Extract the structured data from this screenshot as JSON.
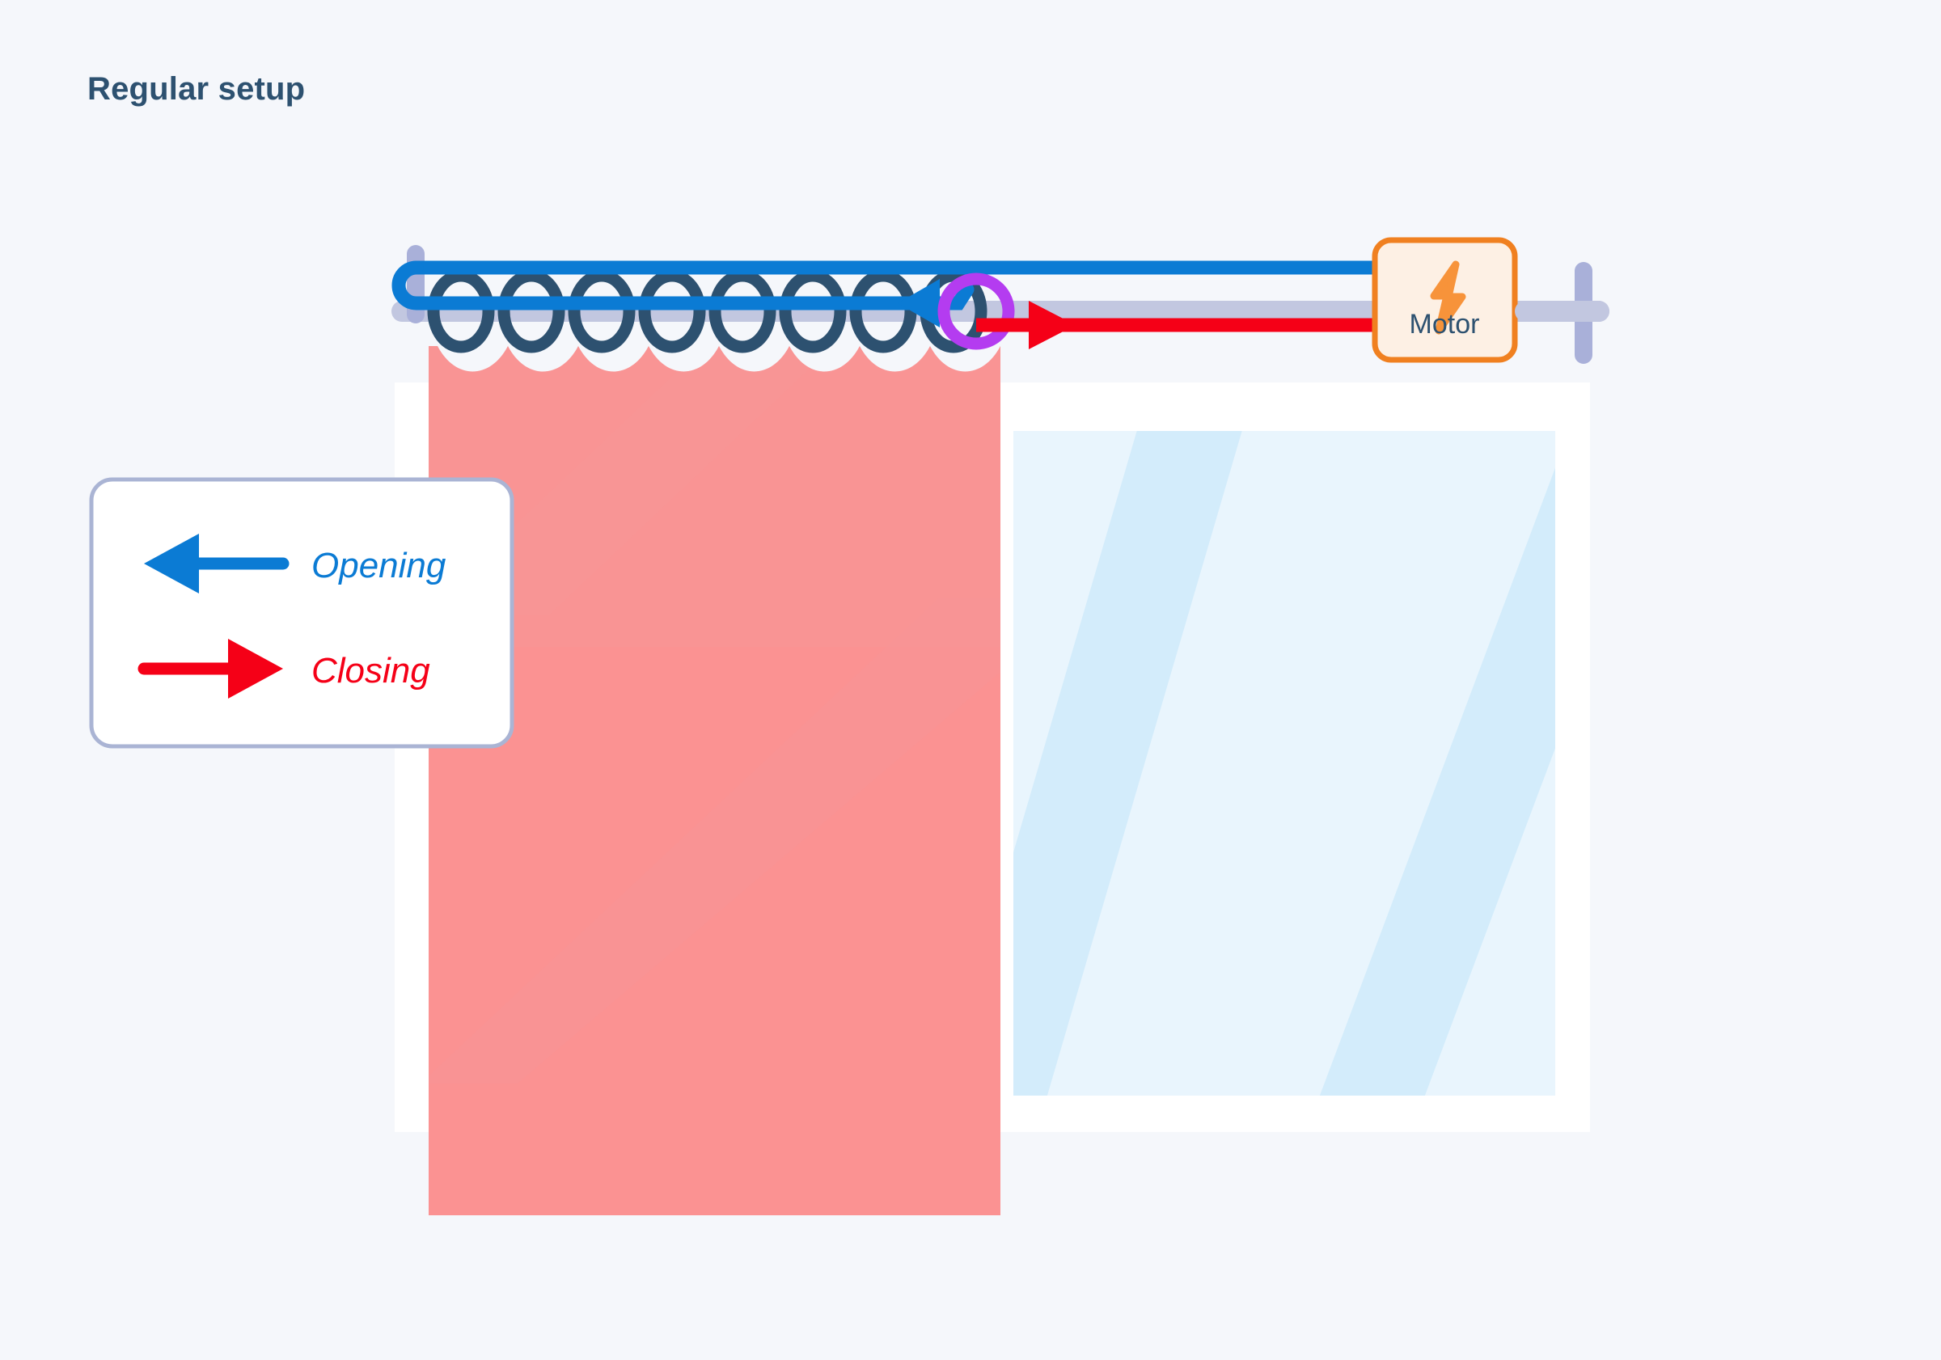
{
  "page": {
    "title": "Regular setup",
    "background_color": "#f5f7fb",
    "title_color": "#2d5170"
  },
  "diagram": {
    "type": "curtain-motor-schematic",
    "components": {
      "rail": {
        "name": "curtain-rail",
        "color": "#c2c7e0",
        "end_stop_left": "left-end-stop",
        "end_stop_right": "right-end-stop"
      },
      "rings": {
        "name": "curtain-rings",
        "regular_count": 8,
        "regular_color": "#2d5170",
        "master_ring_color": "#b43cf0",
        "master_ring_label": "master-ring"
      },
      "curtain": {
        "name": "curtain-panel",
        "color": "#fb9191",
        "position": "closed-left-portion"
      },
      "window": {
        "name": "window",
        "frame_color": "#ffffff",
        "glass_color": "#e6f4fd"
      },
      "motor": {
        "name": "motor-box",
        "label": "Motor",
        "icon": "lightning-bolt-icon",
        "border_color": "#f08020",
        "fill_color": "#fdf0e4",
        "icon_color": "#f7933a",
        "text_color": "#2d5170"
      },
      "cords": {
        "opening_cord_color": "#0b7bd4",
        "closing_cord_color": "#f50017"
      }
    }
  },
  "legend": {
    "name": "direction-legend",
    "border_color": "#aab4d4",
    "background_color": "#ffffff",
    "items": [
      {
        "label": "Opening",
        "color": "#0b7bd4",
        "direction": "left",
        "arrow_icon": "arrow-left-icon"
      },
      {
        "label": "Closing",
        "color": "#f50017",
        "direction": "right",
        "arrow_icon": "arrow-right-icon"
      }
    ]
  },
  "chart_data": {
    "type": "diagram",
    "title": "Regular setup",
    "annotations": [
      "Motor",
      "Opening",
      "Closing"
    ]
  }
}
